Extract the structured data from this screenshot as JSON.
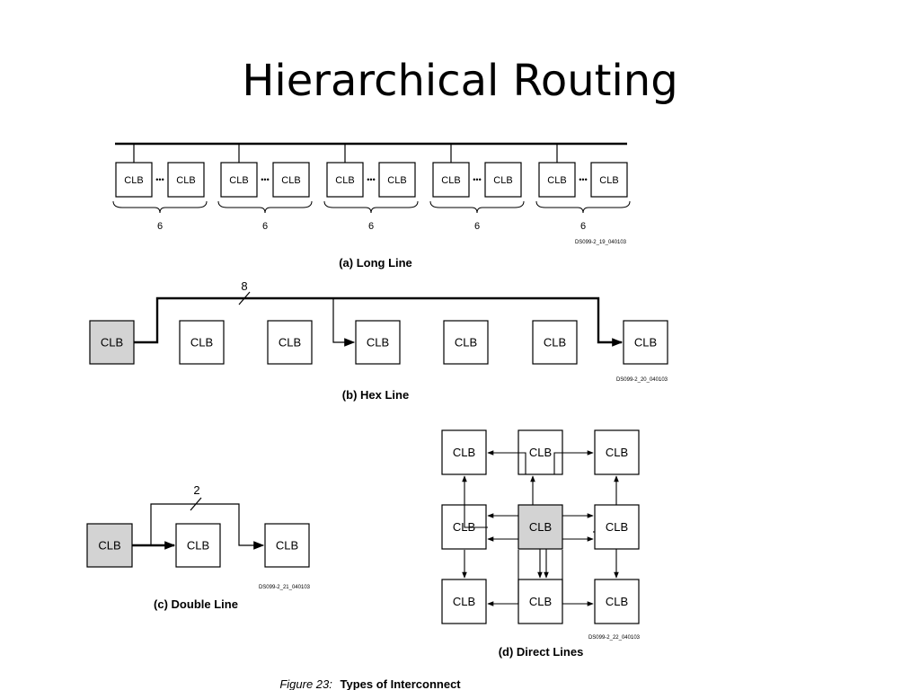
{
  "slide": {
    "title": "Hierarchical Routing"
  },
  "figure": {
    "caption_prefix": "Figure 23:",
    "caption_text": "Types of Interconnect"
  },
  "block_label": "CLB",
  "dots": "•••",
  "colors": {
    "highlight_fill": "#d3d3d3",
    "line": "#000000",
    "background": "#ffffff"
  },
  "panels": {
    "long_line": {
      "caption": "(a) Long Line",
      "group_count_label": "6",
      "ds_code": "DS099-2_19_040103"
    },
    "hex_line": {
      "caption": "(b) Hex Line",
      "bus_width_label": "8",
      "ds_code": "DS099-2_20_040103"
    },
    "double_line": {
      "caption": "(c) Double Line",
      "bus_width_label": "2",
      "ds_code": "DS099-2_21_040103"
    },
    "direct_lines": {
      "caption": "(d) Direct Lines",
      "ds_code": "DS099-2_22_040103"
    }
  }
}
